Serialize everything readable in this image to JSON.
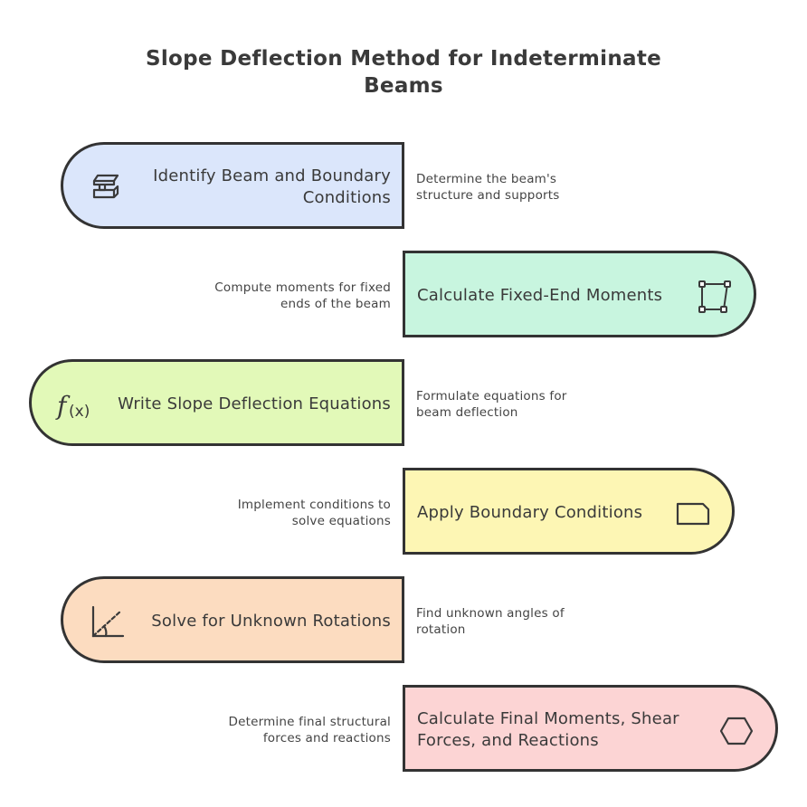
{
  "title": "Slope Deflection Method for Indeterminate Beams",
  "steps": [
    {
      "label": "Identify Beam and Boundary Conditions",
      "description": "Determine the beam's structure and supports",
      "color": "#dbe6fb",
      "icon": "beam-icon"
    },
    {
      "label": "Calculate Fixed-End Moments",
      "description": "Compute moments for fixed ends of the beam",
      "color": "#c8f5df",
      "icon": "shape-nodes-icon"
    },
    {
      "label": "Write Slope Deflection Equations",
      "description": "Formulate equations for beam deflection",
      "color": "#e2f9b8",
      "icon": "function-icon"
    },
    {
      "label": "Apply Boundary Conditions",
      "description": "Implement conditions to solve equations",
      "color": "#fdf6b4",
      "icon": "boundary-shape-icon"
    },
    {
      "label": "Solve for Unknown Rotations",
      "description": "Find unknown angles of rotation",
      "color": "#fcdcc0",
      "icon": "angle-icon"
    },
    {
      "label": "Calculate Final Moments, Shear Forces, and Reactions",
      "description": "Determine final structural forces and reactions",
      "color": "#fcd4d4",
      "icon": "hexagon-icon"
    }
  ]
}
